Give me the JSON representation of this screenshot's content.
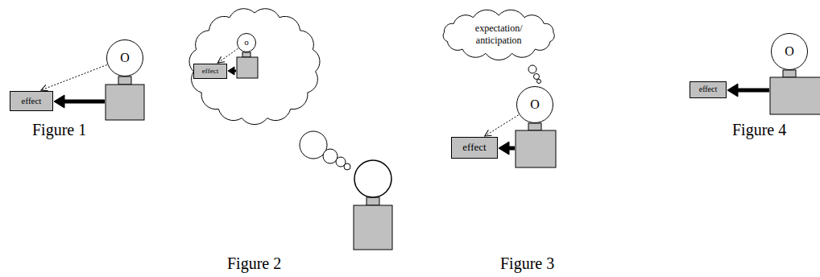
{
  "diagram": {
    "nodes": [
      {
        "text": [
          "effect"
        ]
      },
      {
        "text": [
          "O"
        ]
      },
      {
        "text": [
          "effect"
        ]
      },
      {
        "text": [
          "o"
        ]
      },
      {
        "text": [
          "expectation/ anticipation"
        ]
      },
      {
        "text": [
          "O"
        ]
      },
      {
        "text": [
          "effect"
        ]
      },
      {
        "text": [
          "effect"
        ]
      },
      {
        "text": [
          "O"
        ]
      }
    ],
    "edges": [
      {
        "from": 1,
        "to": 0,
        "arrow": "to"
      },
      {
        "from": 3,
        "to": 2,
        "arrow": "to"
      },
      {
        "from": 5,
        "to": 6,
        "arrow": "to"
      }
    ],
    "labels": [
      "Figure 1",
      "Figure 2",
      "Figure 3",
      "Figure 4"
    ]
  }
}
